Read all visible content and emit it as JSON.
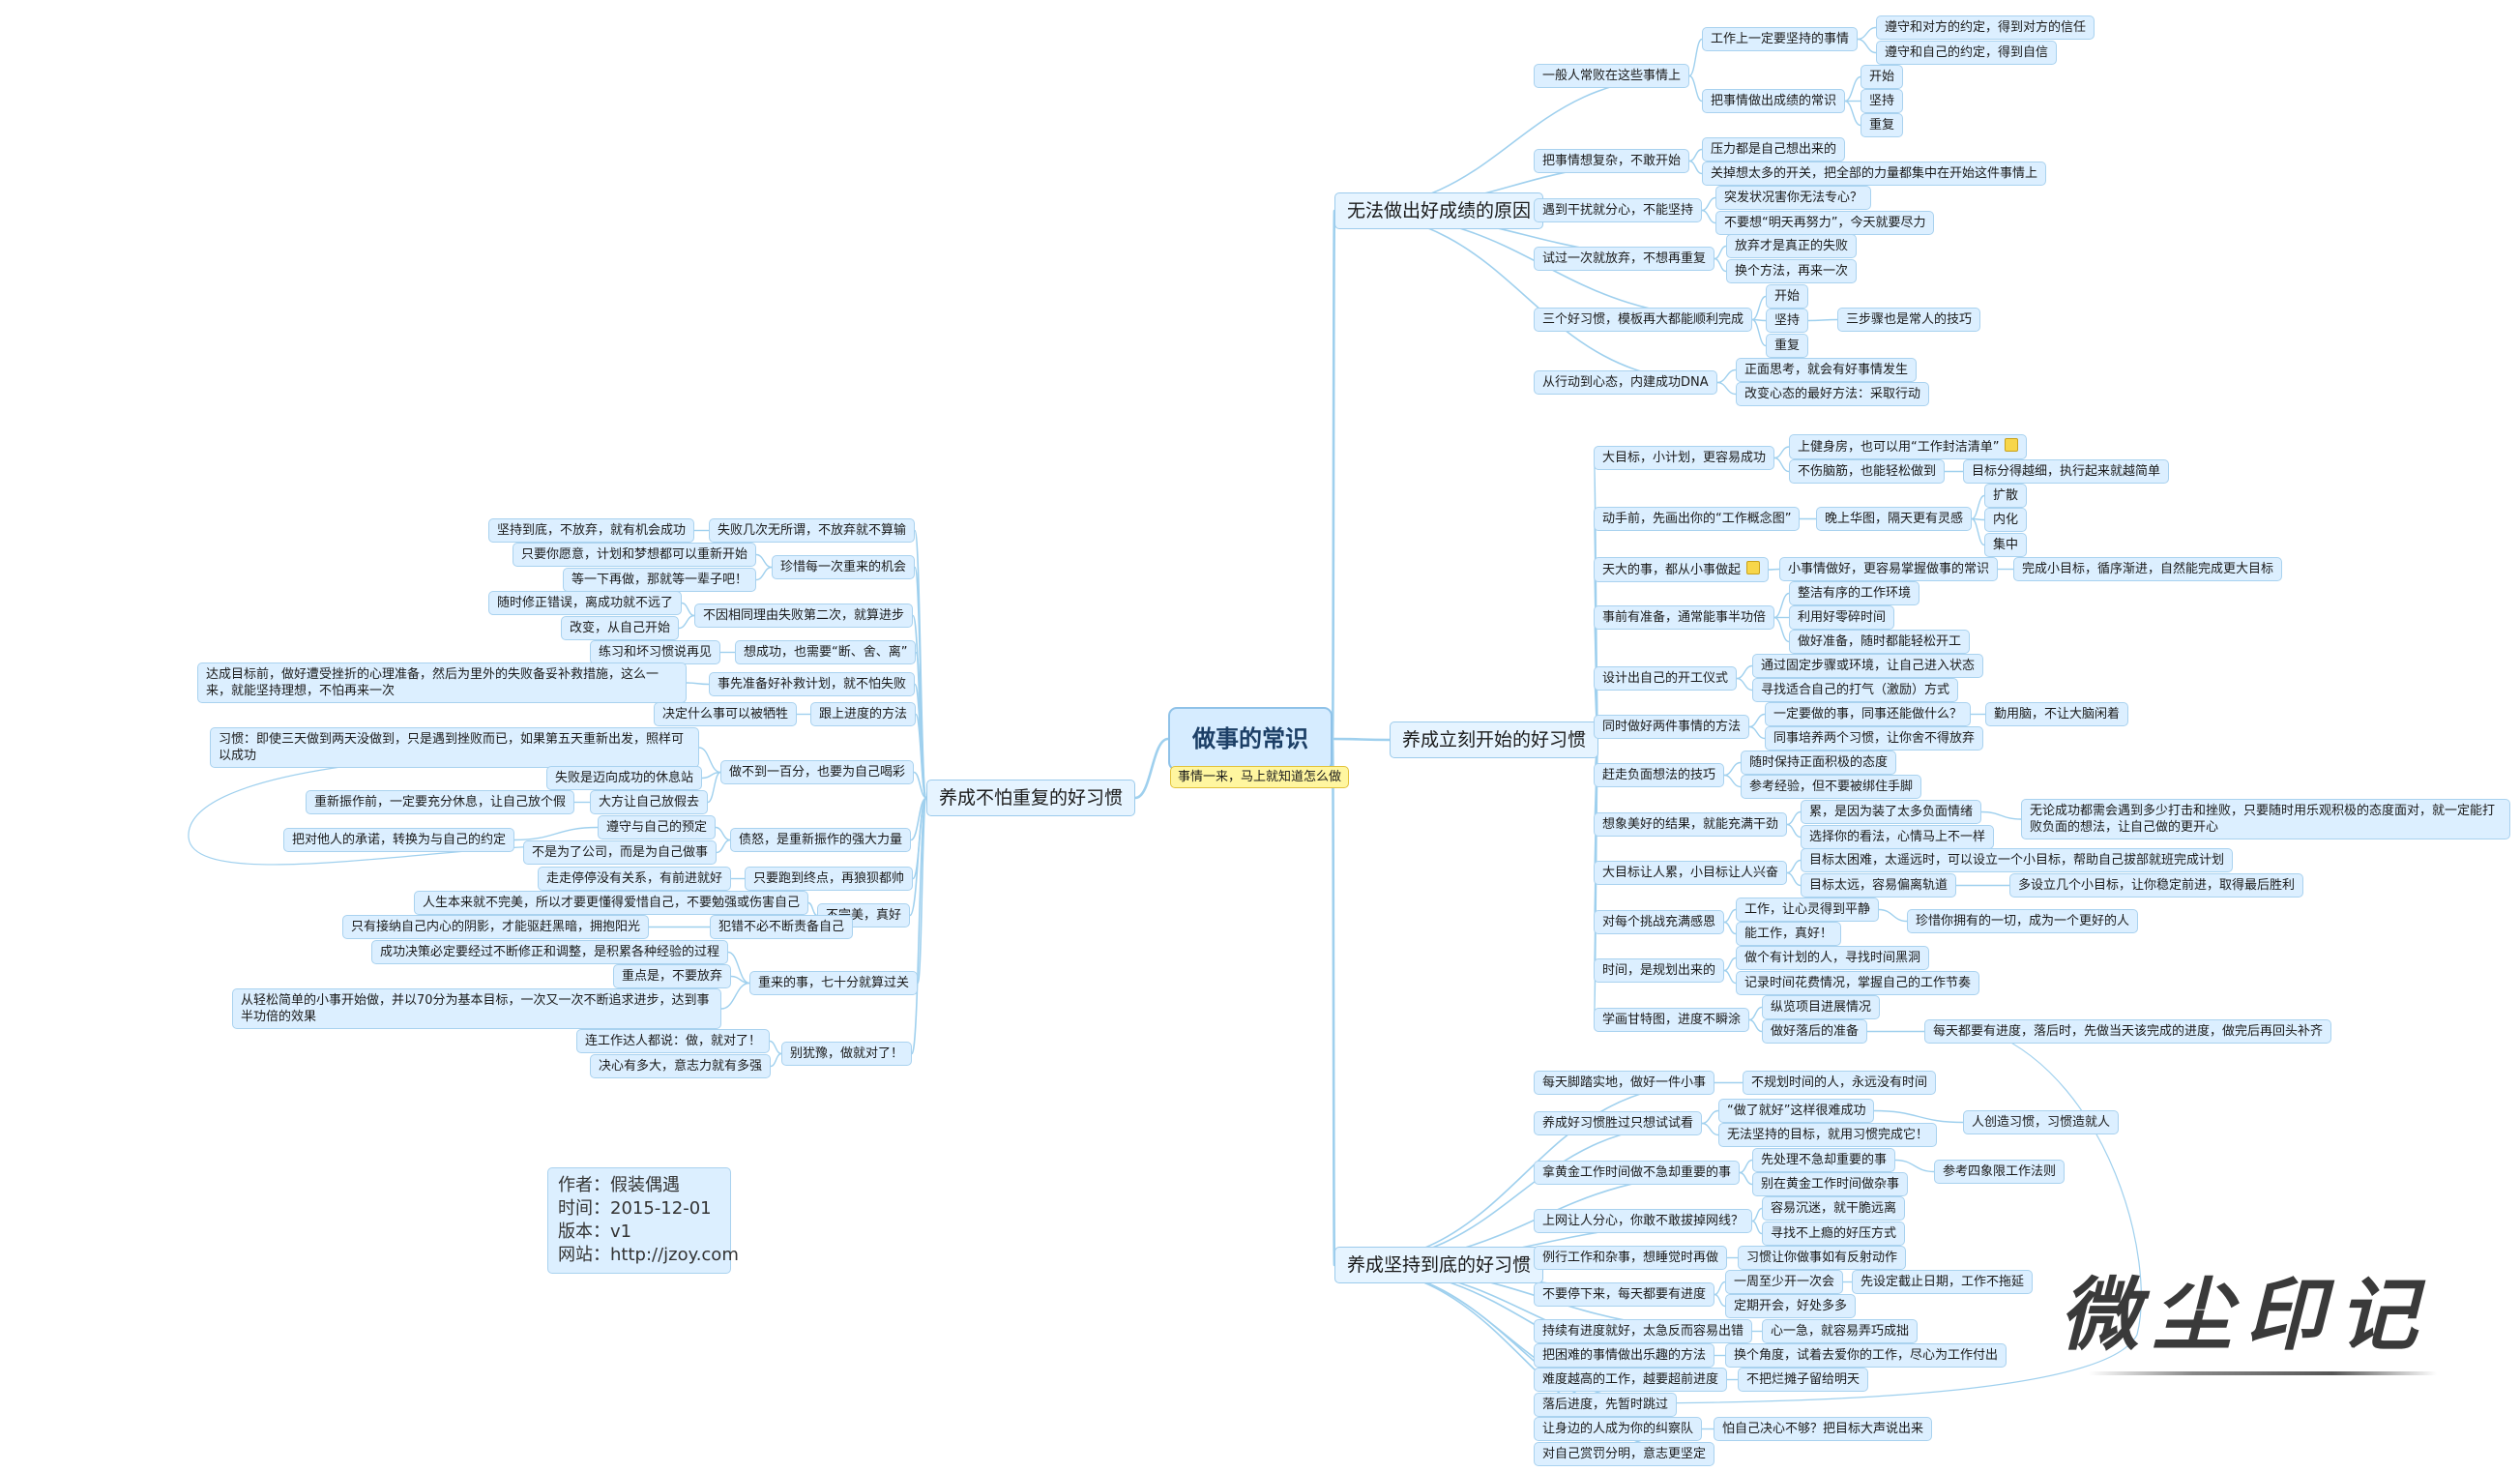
{
  "root": {
    "title": "做事的常识",
    "subtitle": "事情一来，马上就知道怎么做"
  },
  "branches": {
    "b1": "无法做出好成绩的原因",
    "b2": "养成立刻开始的好习惯",
    "b3": "养成坚持到底的好习惯",
    "b4": "养成不怕重复的好习惯"
  },
  "b1": {
    "c1": "一般人常败在这些事情上",
    "c1a": "工作上一定要坚持的事情",
    "c1a1": "遵守和对方的约定，得到对方的信任",
    "c1a2": "遵守和自己的约定，得到自信",
    "c1b": "把事情做出成绩的常识",
    "c1b1": "开始",
    "c1b2": "坚持",
    "c1b3": "重复",
    "c2": "把事情想复杂，不敢开始",
    "c2a": "压力都是自己想出来的",
    "c2b": "关掉想太多的开关，把全部的力量都集中在开始这件事情上",
    "c3": "遇到干扰就分心，不能坚持",
    "c3a": "突发状况害你无法专心？",
    "c3b": "不要想“明天再努力”，今天就要尽力",
    "c4": "试过一次就放弃，不想再重复",
    "c4a": "放弃才是真正的失败",
    "c4b": "换个方法，再来一次",
    "c5": "三个好习惯，模板再大都能顺利完成",
    "c5a": "开始",
    "c5b": "坚持",
    "c5c": "重复",
    "c5x": "三步骤也是常人的技巧",
    "c6": "从行动到心态，内建成功DNA",
    "c6a": "正面思考，就会有好事情发生",
    "c6b": "改变心态的最好方法：采取行动"
  },
  "b2": {
    "c1": "大目标，小计划，更容易成功",
    "c1a": "上健身房，也可以用“工作封洁清单”",
    "c1b": "不伤脑筋，也能轻松做到",
    "c1b1": "目标分得越细，执行起来就越简单",
    "c2": "动手前，先画出你的“工作概念图”",
    "c2a": "晚上华图，隔天更有灵感",
    "c2a1": "扩散",
    "c2a2": "内化",
    "c2a3": "集中",
    "c3": "天大的事，都从小事做起",
    "c3a": "小事情做好，更容易掌握做事的常识",
    "c3a1": "完成小目标，循序渐进，自然能完成更大目标",
    "c4": "事前有准备，通常能事半功倍",
    "c4a": "整洁有序的工作环境",
    "c4b": "利用好零碎时间",
    "c4c": "做好准备，随时都能轻松开工",
    "c5": "设计出自己的开工仪式",
    "c5a": "通过固定步骤或环境，让自己进入状态",
    "c5b": "寻找适合自己的打气（激励）方式",
    "c6": "同时做好两件事情的方法",
    "c6a": "一定要做的事，同事还能做什么？",
    "c6a1": "勤用脑，不让大脑闲着",
    "c6b": "同事培养两个习惯，让你舍不得放弃",
    "c7": "赶走负面想法的技巧",
    "c7a": "随时保持正面积极的态度",
    "c7b": "参考经验，但不要被绑住手脚",
    "c8": "想象美好的结果，就能充满干劲",
    "c8a": "累，是因为装了太多负面情绪",
    "c8b": "选择你的看法，心情马上不一样",
    "c8x": "无论成功都需会遇到多少打击和挫败，只要随时用乐观积极的态度面对，就一定能打败负面的想法，让自己做的更开心",
    "c9": "大目标让人累，小目标让人兴奋",
    "c9a": "目标太困难，太遥远时，可以设立一个小目标，帮助自己拔部就班完成计划",
    "c9b": "目标太远，容易偏离轨道",
    "c9b1": "多设立几个小目标，让你稳定前进，取得最后胜利",
    "c10": "对每个挑战充满感恩",
    "c10a": "工作，让心灵得到平静",
    "c10b": "能工作，真好！",
    "c10x": "珍惜你拥有的一切，成为一个更好的人",
    "c11": "时间，是规划出来的",
    "c11a": "做个有计划的人，寻找时间黑洞",
    "c11b": "记录时间花费情况，掌握自己的工作节奏",
    "c12": "学画甘特图，进度不瞬涂",
    "c12a": "纵览项目进展情况",
    "c12b": "做好落后的准备",
    "c12b1": "每天都要有进度，落后时，先做当天该完成的进度，做完后再回头补齐"
  },
  "b3": {
    "c1": "每天脚踏实地，做好一件小事",
    "c1a": "不规划时间的人，永远没有时间",
    "c2": "养成好习惯胜过只想试试看",
    "c2a": "“做了就好”这样很难成功",
    "c2b": "无法坚持的目标，就用习惯完成它！",
    "c2x": "人创造习惯，习惯造就人",
    "c3": "拿黄金工作时间做不急却重要的事",
    "c3a": "先处理不急却重要的事",
    "c3b": "别在黄金工作时间做杂事",
    "c3x": "参考四象限工作法则",
    "c4": "上网让人分心，你敢不敢拔掉网线？",
    "c4a": "容易沉迷，就干脆远离",
    "c4b": "寻找不上瘾的好压方式",
    "c5": "例行工作和杂事，想睡觉时再做",
    "c5a": "习惯让你做事如有反射动作",
    "c6": "不要停下来，每天都要有进度",
    "c6a": "一周至少开一次会",
    "c6a1": "先设定截止日期，工作不拖延",
    "c6b": "定期开会，好处多多",
    "c7": "持续有进度就好，太急反而容易出错",
    "c7a": "心一急，就容易弄巧成拙",
    "c8": "把困难的事情做出乐趣的方法",
    "c8a": "换个角度，试着去爱你的工作，尽心为工作付出",
    "c9": "难度越高的工作，越要超前进度",
    "c9a": "不把烂摊子留给明天",
    "c10": "落后进度，先暂时跳过",
    "c11": "让身边的人成为你的纠察队",
    "c11a": "怕自己决心不够？把目标大声说出来",
    "c12": "对自己赏罚分明，意志更坚定"
  },
  "b4": {
    "c1": "失败几次无所谓，不放弃就不算输",
    "c1a": "坚持到底，不放弃，就有机会成功",
    "c2": "珍惜每一次重来的机会",
    "c2a": "只要你愿意，计划和梦想都可以重新开始",
    "c2b": "等一下再做，那就等一辈子吧！",
    "c3": "不因相同理由失败第二次，就算进步",
    "c3a": "随时修正错误，离成功就不远了",
    "c3b": "改变，从自己开始",
    "c4": "想成功，也需要“断、舍、离”",
    "c4a": "练习和坏习惯说再见",
    "c5": "事先准备好补救计划，就不怕失败",
    "c5a": "达成目标前，做好遭受挫折的心理准备，然后为里外的失败备妥补救措施，这么一来，就能坚持理想，不怕再来一次",
    "c6": "跟上进度的方法",
    "c6a": "决定什么事可以被牺牲",
    "c7": "做不到一百分，也要为自己喝彩",
    "c7a": "习惯：即使三天做到两天没做到，只是遇到挫败而已，如果第五天重新出发，照样可以成功",
    "c7b": "失败是迈向成功的休息站",
    "c7c": "大方让自己放假去",
    "c7x": "重新振作前，一定要充分休息，让自己放个假",
    "c8": "债怒，是重新振作的强大力量",
    "c8a": "遵守与自己的预定",
    "c8b": "不是为了公司，而是为自己做事",
    "c8x": "把对他人的承诺，转换为与自己的约定",
    "c9": "只要跑到终点，再狼狈都帅",
    "c9a": "走走停停没有关系，有前进就好",
    "c10": "不完美，真好",
    "c10a": "人生本来就不完美，所以才要更懂得爱惜自己，不要勉强或伤害自己",
    "c10b": "犯错不必不断责备自己",
    "c10x": "只有接纳自己内心的阴影，才能驱赶黑暗，拥抱阳光",
    "c11": "重来的事，七十分就算过关",
    "c11a": "成功决策必定要经过不断修正和调整，是积累各种经验的过程",
    "c11b": "重点是，不要放弃",
    "c11c": "从轻松简单的小事开始做，并以70分为基本目标，一次又一次不断追求进步，达到事半功倍的效果",
    "c12": "别犹豫，做就对了！",
    "c12a": "连工作达人都说：做，就对了！",
    "c12b": "决心有多大，意志力就有多强"
  },
  "info": {
    "author": "作者：假装偶遇",
    "date": "时间：2015-12-01",
    "version": "版本：v1",
    "website": "网站：http://jzoy.com"
  },
  "watermark": "微尘印记",
  "colors": {
    "node_fill": "#dcefff",
    "node_border": "#a9d2ef",
    "link": "#9fd0ee",
    "sub_root": "#fff6a0"
  }
}
